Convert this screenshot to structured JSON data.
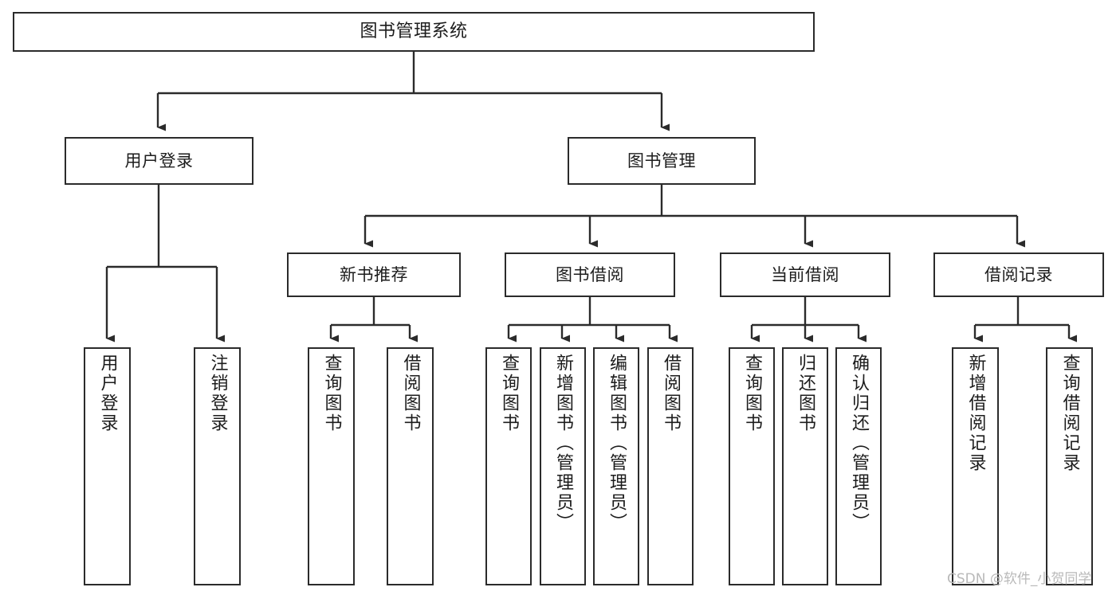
{
  "diagram": {
    "type": "tree",
    "title": "图书管理系统",
    "watermark": "CSDN @软件_小贺同学",
    "colors": {
      "stroke": "#2b2b2b",
      "fill": "#ffffff",
      "text": "#1c1c1c",
      "watermark": "#b9b9b9"
    },
    "root": {
      "label": "图书管理系统"
    },
    "level1": [
      {
        "label": "用户登录"
      },
      {
        "label": "图书管理"
      }
    ],
    "level2": [
      {
        "label": "新书推荐"
      },
      {
        "label": "图书借阅"
      },
      {
        "label": "当前借阅"
      },
      {
        "label": "借阅记录"
      }
    ],
    "leaves": {
      "user_login": [
        {
          "label": "用户登录"
        },
        {
          "label": "注销登录"
        }
      ],
      "new_book_recommend": [
        {
          "label": "查询图书"
        },
        {
          "label": "借阅图书"
        }
      ],
      "book_borrow": [
        {
          "label": "查询图书"
        },
        {
          "label": "新增图书（管理员）"
        },
        {
          "label": "编辑图书（管理员）"
        },
        {
          "label": "借阅图书"
        }
      ],
      "current_borrow": [
        {
          "label": "查询图书"
        },
        {
          "label": "归还图书"
        },
        {
          "label": "确认归还（管理员）"
        }
      ],
      "borrow_record": [
        {
          "label": "新增借阅记录"
        },
        {
          "label": "查询借阅记录"
        }
      ]
    }
  }
}
